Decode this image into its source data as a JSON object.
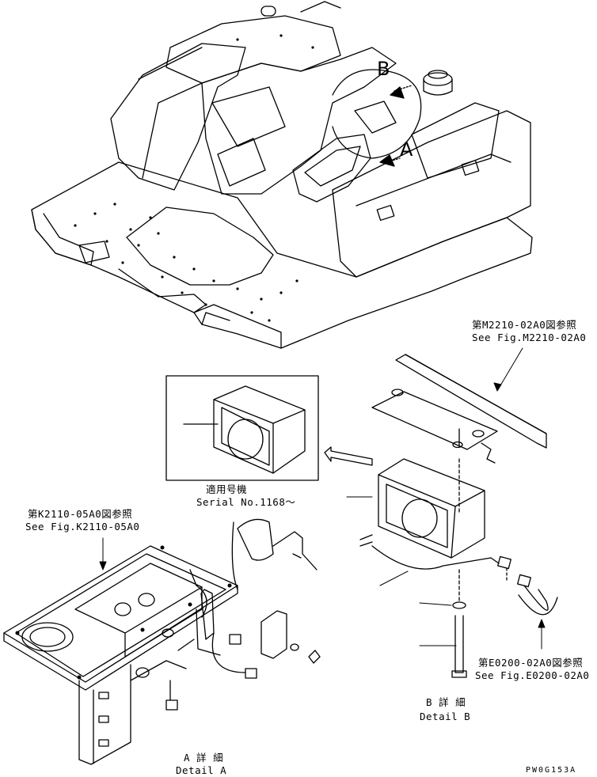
{
  "view_markers": {
    "a": "A",
    "b": "B"
  },
  "refs": {
    "m2210": {
      "jp": "第M2210-02A0図参照",
      "en": "See Fig.M2210-02A0"
    },
    "k2110": {
      "jp": "第K2110-05A0図参照",
      "en": "See Fig.K2110-05A0"
    },
    "e0200": {
      "jp": "第E0200-02A0図参照",
      "en": "See Fig.E0200-02A0"
    }
  },
  "serial": {
    "jp": "適用号機",
    "en": "Serial No.1168～"
  },
  "details": {
    "a": {
      "jp": "A 詳 細",
      "en": "Detail A"
    },
    "b": {
      "jp": "B 詳 細",
      "en": "Detail B"
    }
  },
  "drawing_code": "PW0G153A"
}
